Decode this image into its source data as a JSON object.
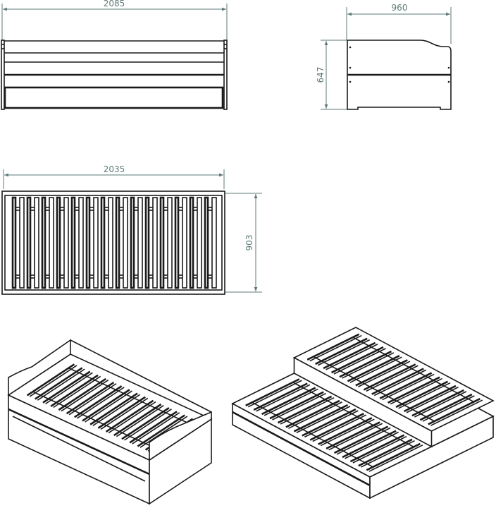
{
  "dimensions": {
    "front_width": "2085",
    "side_depth": "960",
    "side_height": "647",
    "top_length": "2035",
    "top_width": "903"
  },
  "colors": {
    "dimension_line": "#5e7a78",
    "outline": "#1a1a1a"
  }
}
